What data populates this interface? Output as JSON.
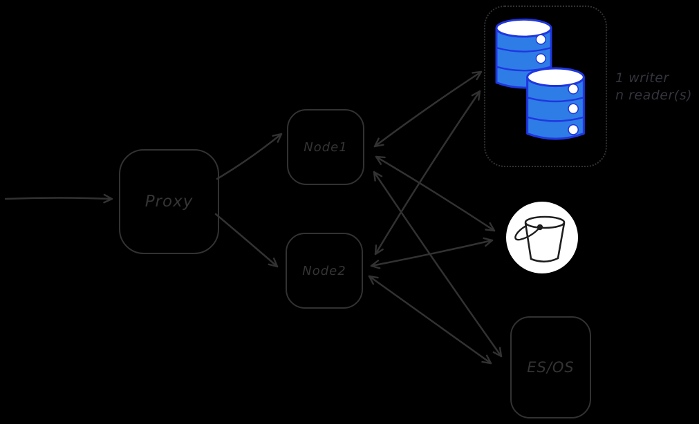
{
  "diagram": {
    "type": "architecture",
    "background": "#000000",
    "nodes": {
      "proxy": {
        "label": "Proxy"
      },
      "node1": {
        "label": "Node1"
      },
      "node2": {
        "label": "Node2"
      },
      "esos": {
        "label": "ES/OS"
      },
      "db_cluster": {
        "icon": "database-cylinders-x2",
        "annotation_line1": "1 writer",
        "annotation_line2": "n reader(s)"
      },
      "bucket": {
        "icon": "bucket"
      }
    },
    "edges": [
      {
        "from": "external",
        "to": "proxy",
        "direction": "one-way"
      },
      {
        "from": "proxy",
        "to": "node1",
        "direction": "one-way"
      },
      {
        "from": "proxy",
        "to": "node2",
        "direction": "one-way"
      },
      {
        "from": "node1",
        "to": "db_cluster",
        "direction": "two-way"
      },
      {
        "from": "node1",
        "to": "bucket",
        "direction": "two-way"
      },
      {
        "from": "node1",
        "to": "esos",
        "direction": "two-way"
      },
      {
        "from": "node2",
        "to": "db_cluster",
        "direction": "two-way"
      },
      {
        "from": "node2",
        "to": "bucket",
        "direction": "two-way"
      },
      {
        "from": "node2",
        "to": "esos",
        "direction": "two-way"
      }
    ],
    "colors": {
      "stroke": "#323232",
      "label_text": "#343434",
      "annotation_text": "#34343e",
      "database_fill": "#2e7de6",
      "database_stroke": "#1f36e0",
      "bucket_background": "#ffffff",
      "bucket_stroke": "#1e1e1e"
    }
  }
}
